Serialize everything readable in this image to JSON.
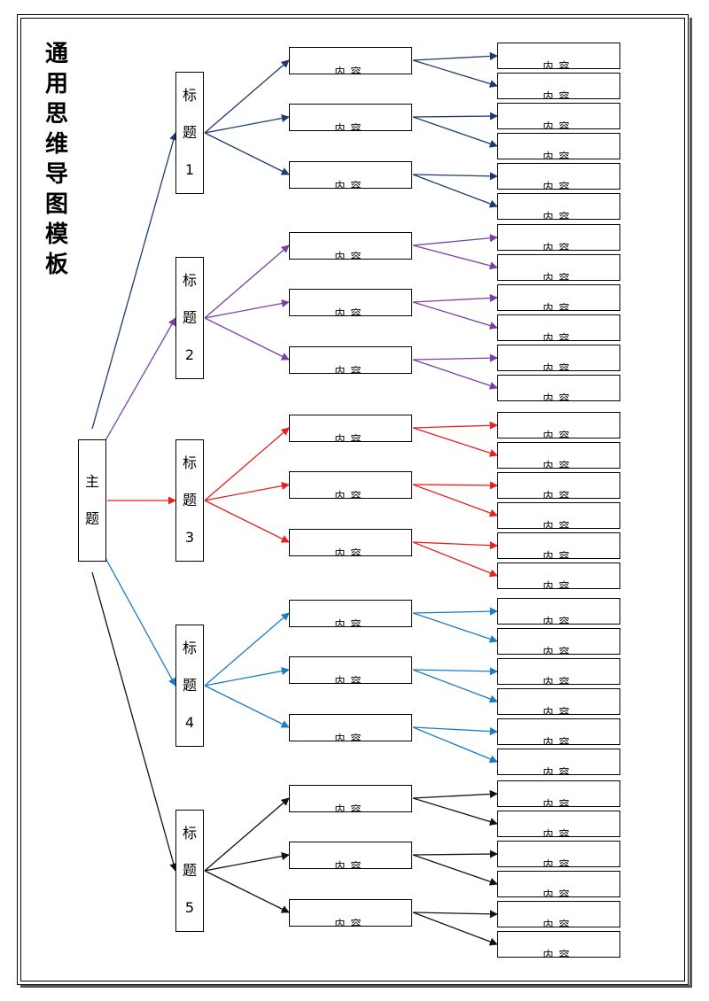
{
  "title": "通用思维导图模板",
  "root": "主题",
  "branches": [
    {
      "label": "标题1",
      "color": "#1f3a6e",
      "items": [
        {
          "label": "内容",
          "subitems": [
            "内容",
            "内容"
          ]
        },
        {
          "label": "内容",
          "subitems": [
            "内容",
            "内容"
          ]
        },
        {
          "label": "内容",
          "subitems": [
            "内容",
            "内容"
          ]
        }
      ]
    },
    {
      "label": "标题2",
      "color": "#7b3fa8",
      "items": [
        {
          "label": "内容",
          "subitems": [
            "内容",
            "内容"
          ]
        },
        {
          "label": "内容",
          "subitems": [
            "内容",
            "内容"
          ]
        },
        {
          "label": "内容",
          "subitems": [
            "内容",
            "内容"
          ]
        }
      ]
    },
    {
      "label": "标题3",
      "color": "#e82020",
      "items": [
        {
          "label": "内容",
          "subitems": [
            "内容",
            "内容"
          ]
        },
        {
          "label": "内容",
          "subitems": [
            "内容",
            "内容"
          ]
        },
        {
          "label": "内容",
          "subitems": [
            "内容",
            "内容"
          ]
        }
      ]
    },
    {
      "label": "标题4",
      "color": "#1a7cc4",
      "items": [
        {
          "label": "内容",
          "subitems": [
            "内容",
            "内容"
          ]
        },
        {
          "label": "内容",
          "subitems": [
            "内容",
            "内容"
          ]
        },
        {
          "label": "内容",
          "subitems": [
            "内容",
            "内容"
          ]
        }
      ]
    },
    {
      "label": "标题5",
      "color": "#111111",
      "items": [
        {
          "label": "内容",
          "subitems": [
            "内容",
            "内容"
          ]
        },
        {
          "label": "内容",
          "subitems": [
            "内容",
            "内容"
          ]
        },
        {
          "label": "内容",
          "subitems": [
            "内容",
            "内容"
          ]
        }
      ]
    }
  ]
}
